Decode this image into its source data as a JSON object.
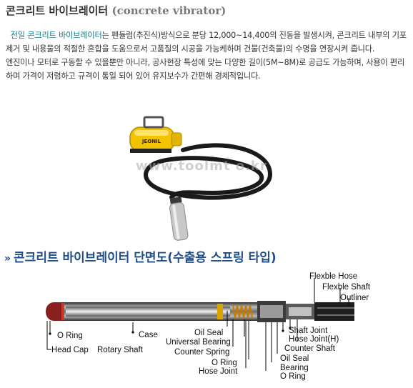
{
  "title": {
    "ko": "콘크리트 바이브레이터",
    "en": "(concrete vibrator)"
  },
  "intro": {
    "brand": "전일 콘크리트 바이브레이터",
    "text_1": "는 펜듈럼(추진식)방식으로 분당 12,000~14,400의 진동을 발생시켜, 콘크리트 내부의 기포제거 및 내용물의 적절한 혼합을 도움으로서 고품질의 시공을 가능케하며 건물(건축물)의 수명을 연장시켜 줍니다.",
    "text_2": "엔진이나 모터로 구동할 수 있을뿐만 아니라, 공사현장 특성에 맞는 다양한 길이(5M~8M)로 공급도 가능하며, 사용이 편리하며 가격이 저렴하고 규격이 통일 되어 있어 유지보수가 간편해 경제적입니다."
  },
  "product": {
    "brand_label": "JEONIL",
    "watermark": "www.toolmt   o.kr"
  },
  "section": {
    "arrow": "»",
    "title": "콘크리트 바이브레이터 단면도(수출용 스프링 타입)"
  },
  "diagram": {
    "labels": {
      "flexble_hose": "Flexble Hose",
      "flexble_shaft": "Flexble Shaft",
      "outliner": "Outliner",
      "o_ring_left": "O Ring",
      "head_cap": "Head Cap",
      "case": "Case",
      "rotary_shaft": "Rotary Shaft",
      "oil_seal_1": "Oil Seal",
      "universal_bearing": "Universal Bearing",
      "counter_spring": "Counter Spring",
      "o_ring_mid": "O Ring",
      "hose_joint": "Hose Joint",
      "shaft_joint": "Shaft Joint",
      "hose_joint_h": "Hose Joint(H)",
      "counter_shaft": "Counter Shaft",
      "oil_seal_2": "Oil Seal",
      "bearing": "Bearing",
      "o_ring_right": "O Ring"
    }
  }
}
